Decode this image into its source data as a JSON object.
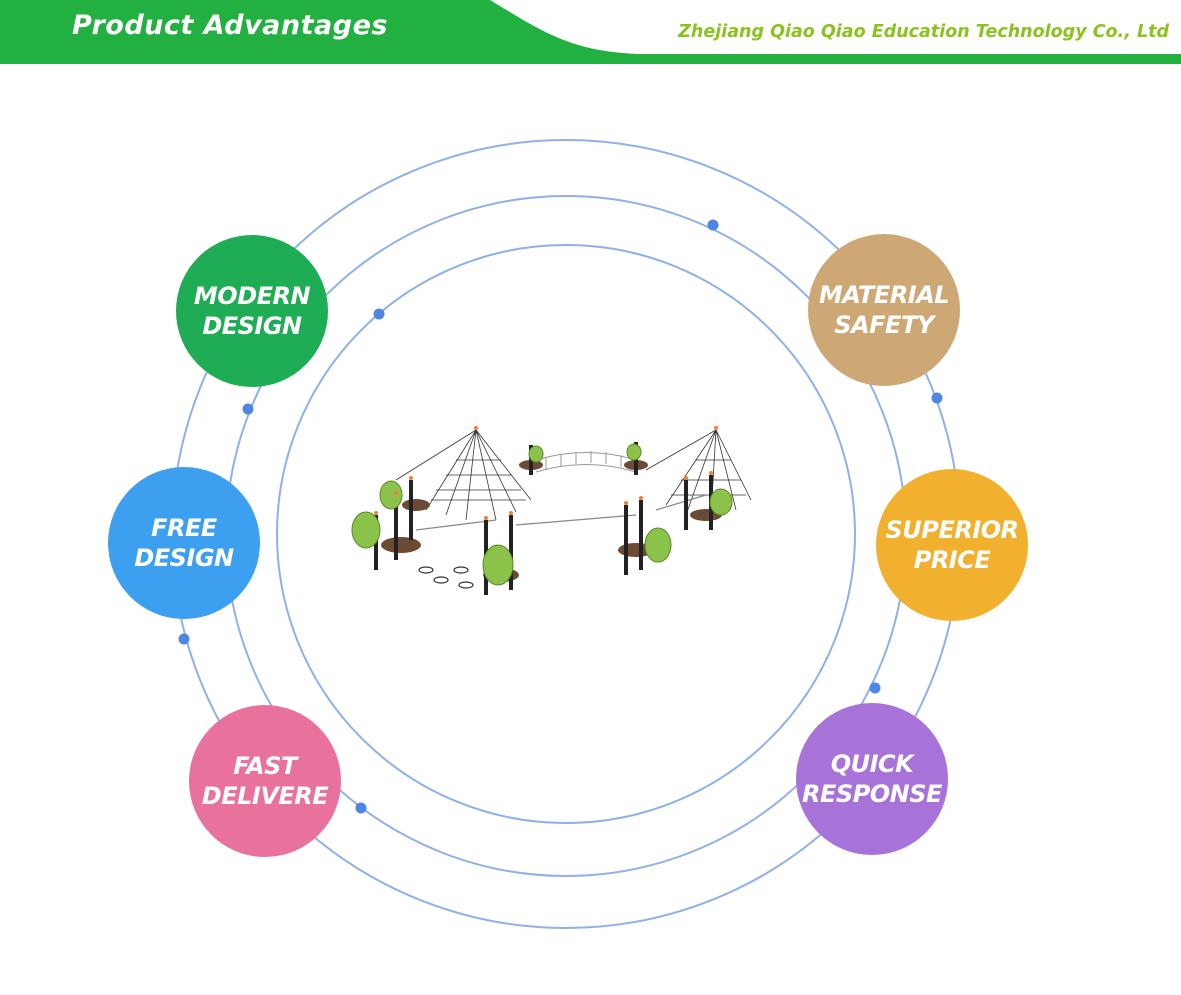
{
  "header": {
    "title": "Product Advantages",
    "company": "Zhejiang Qiao Qiao Education Technology Co., Ltd",
    "green": "#22b040"
  },
  "diagram": {
    "ring_color": "#8fb0ea",
    "dot_color": "#4f86e3",
    "center_image": "playground-rope-net-equipment"
  },
  "badges": [
    {
      "id": "modern-design",
      "line1": "MODERN",
      "line2": "DESIGN",
      "color": "#1eac55"
    },
    {
      "id": "material-safety",
      "line1": "MATERIAL",
      "line2": "SAFETY",
      "color": "#cda774"
    },
    {
      "id": "free-design",
      "line1": "FREE",
      "line2": "DESIGN",
      "color": "#3d9ff0"
    },
    {
      "id": "superior-price",
      "line1": "SUPERIOR",
      "line2": "PRICE",
      "color": "#f2b02f"
    },
    {
      "id": "fast-delivere",
      "line1": "FAST",
      "line2": "DELIVERE",
      "color": "#e9719d"
    },
    {
      "id": "quick-response",
      "line1": "QUICK",
      "line2": "RESPONSE",
      "color": "#a873d8"
    }
  ]
}
